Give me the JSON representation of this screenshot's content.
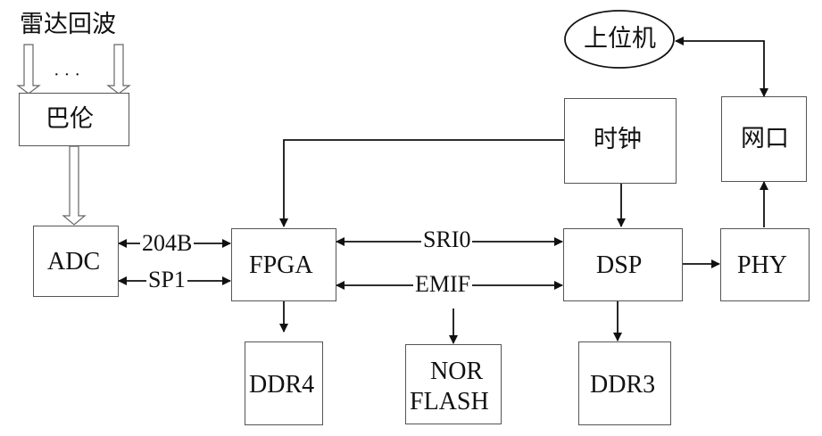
{
  "title": "雷达回波",
  "ellipsis": "· · ·",
  "nodes": {
    "balun": "巴伦",
    "adc": "ADC",
    "fpga": "FPGA",
    "ddr4": "DDR4",
    "nor_flash_line1": "NOR",
    "nor_flash_line2": "FLASH",
    "clock": "时钟",
    "dsp": "DSP",
    "ddr3": "DDR3",
    "phy": "PHY",
    "network_port": "网口",
    "host_pc": "上位机"
  },
  "links": {
    "adc_fpga_top": "204B",
    "adc_fpga_bottom": "SP1",
    "fpga_dsp_top": "SRI0",
    "fpga_dsp_bottom": "EMIF"
  },
  "colors": {
    "stroke": "#555555",
    "arrow": "#111111",
    "text": "#111111",
    "background": "#ffffff"
  }
}
